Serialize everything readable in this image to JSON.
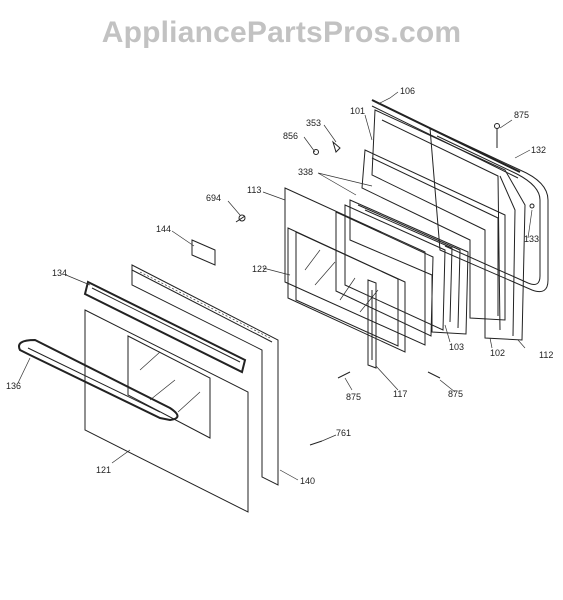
{
  "watermark": "AppliancePartsPros.com",
  "labels": {
    "p106": "106",
    "p101": "101",
    "p875a": "875",
    "p353": "353",
    "p856": "856",
    "p132": "132",
    "p338": "338",
    "p113": "113",
    "p694": "694",
    "p133": "133",
    "p144": "144",
    "p122": "122",
    "p134": "134",
    "p136": "136",
    "p103": "103",
    "p102": "102",
    "p112": "112",
    "p875b": "875",
    "p117": "117",
    "p875c": "875",
    "p761": "761",
    "p121": "121",
    "p140": "140"
  }
}
